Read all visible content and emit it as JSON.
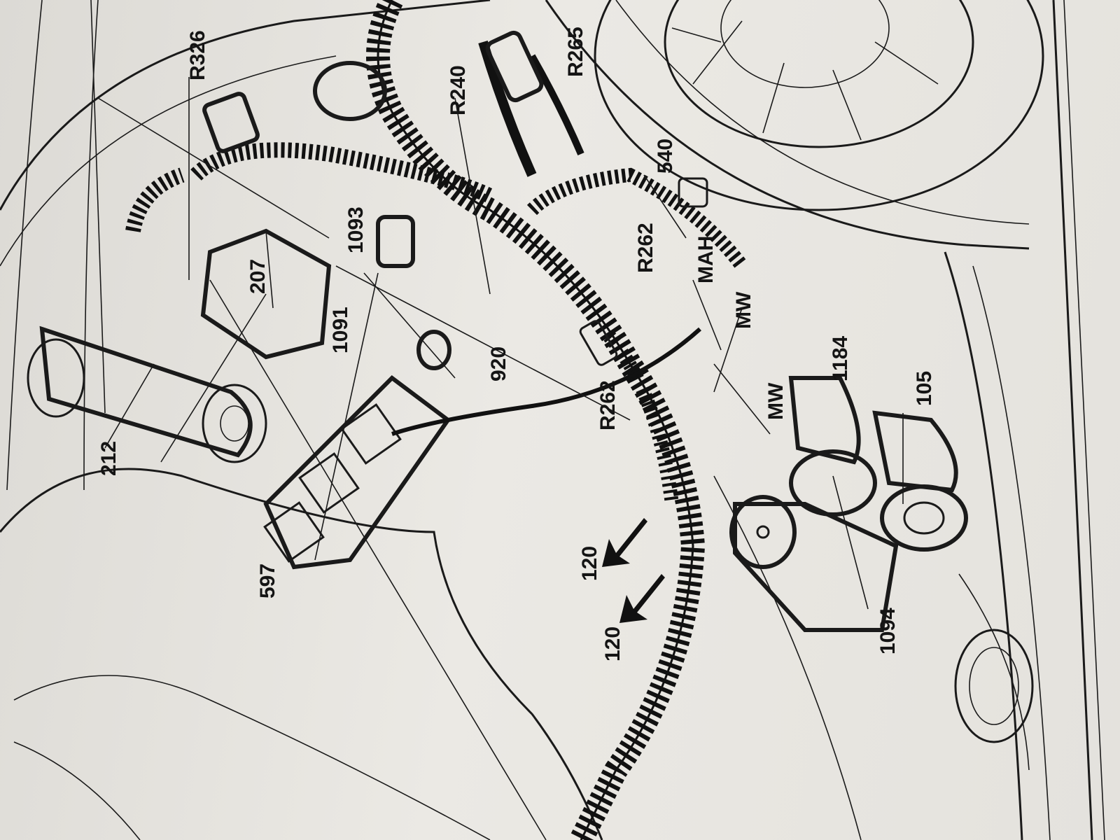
{
  "diagram": {
    "callouts": [
      {
        "id": "212",
        "text": "212"
      },
      {
        "id": "R326",
        "text": "R326"
      },
      {
        "id": "207",
        "text": "207"
      },
      {
        "id": "1091",
        "text": "1091"
      },
      {
        "id": "1093",
        "text": "1093"
      },
      {
        "id": "597",
        "text": "597"
      },
      {
        "id": "920",
        "text": "920"
      },
      {
        "id": "R240",
        "text": "R240"
      },
      {
        "id": "R265",
        "text": "R265"
      },
      {
        "id": "540",
        "text": "540"
      },
      {
        "id": "R262a",
        "text": "R262"
      },
      {
        "id": "R262b",
        "text": "R262"
      },
      {
        "id": "MAH",
        "text": "MAH"
      },
      {
        "id": "MWa",
        "text": "MW"
      },
      {
        "id": "MWb",
        "text": "MW"
      },
      {
        "id": "1184",
        "text": "1184"
      },
      {
        "id": "105",
        "text": "105"
      },
      {
        "id": "120a",
        "text": "120"
      },
      {
        "id": "120b",
        "text": "120"
      },
      {
        "id": "1094",
        "text": "1094"
      }
    ]
  }
}
